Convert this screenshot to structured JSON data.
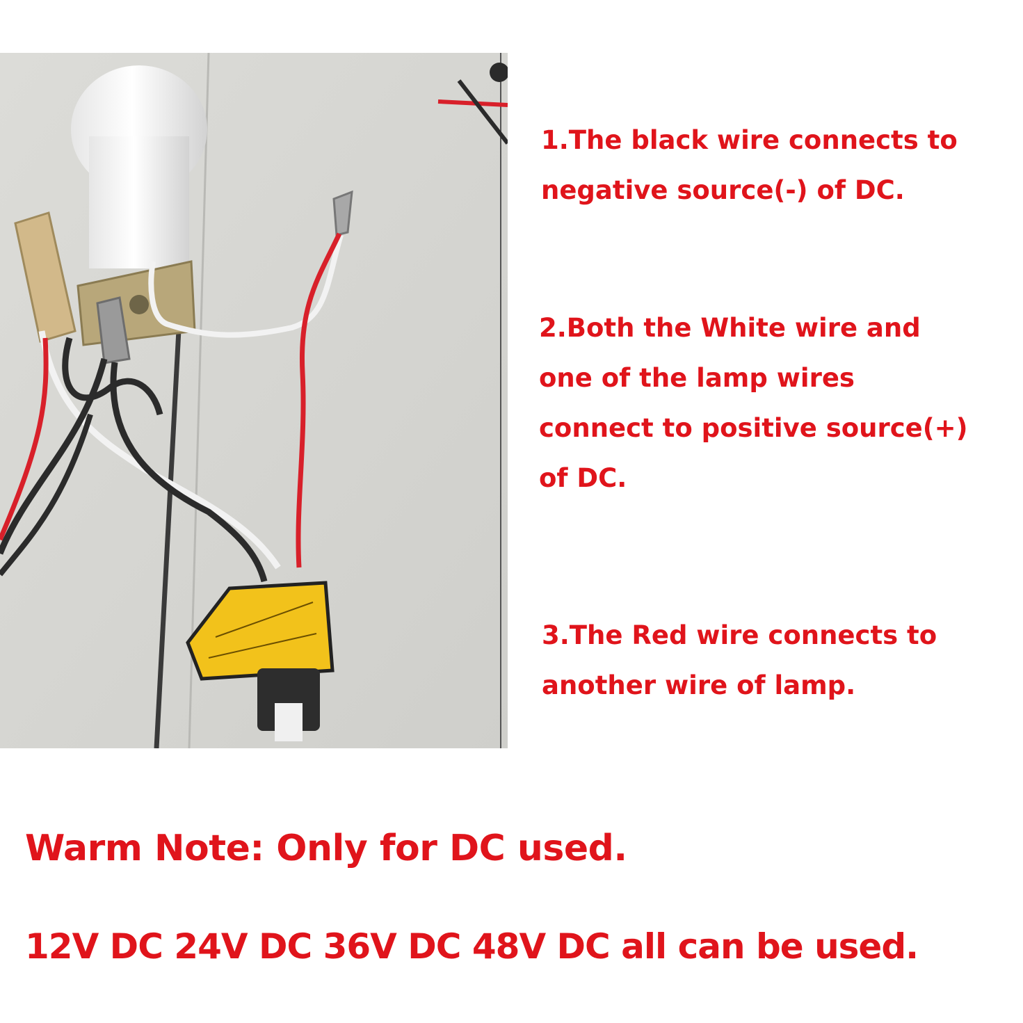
{
  "instructions": {
    "step1": [
      "1.The black wire connects to",
      "negative source(-) of DC."
    ],
    "step2": [
      "2.Both the White wire and",
      "one of the lamp wires",
      "connect to positive source(+)",
      "of DC."
    ],
    "step3": [
      "3.The Red wire connects to",
      "another wire of lamp."
    ]
  },
  "notes": {
    "warm": "Warm Note: Only for DC used.",
    "voltages": "12V DC 24V DC 36V DC 48V DC all can be used."
  },
  "colors": {
    "text_red": "#e0141b",
    "wire_red": "#d8202a",
    "wire_black": "#2b2b2b",
    "wire_white": "#f2f2f2",
    "sensor_yellow": "#f2c21b",
    "background": "#ffffff"
  },
  "photo": {
    "subject": "photocell-sensor-wiring-with-lamp"
  }
}
